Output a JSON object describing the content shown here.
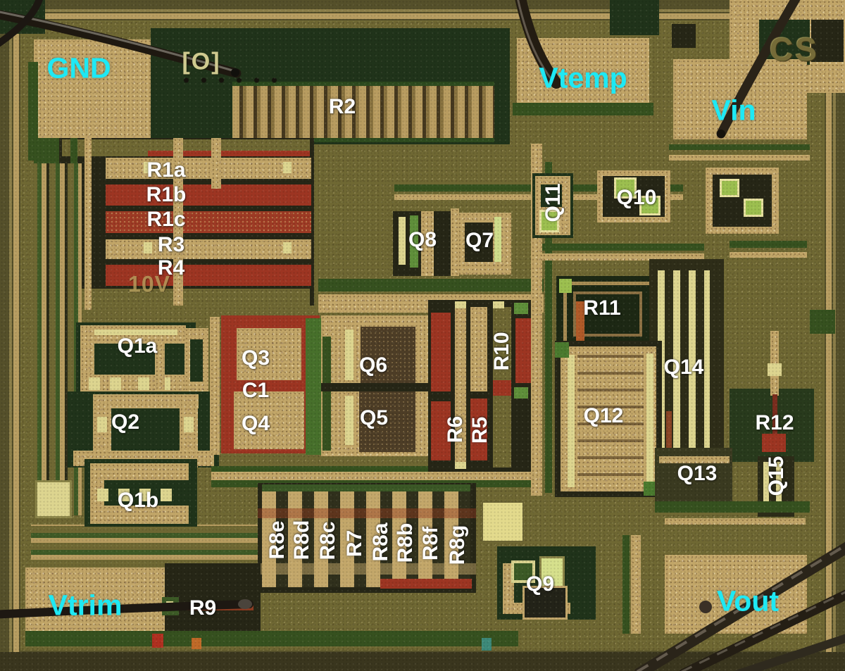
{
  "meta": {
    "type": "annotated-ic-die-photograph",
    "description": "Microscope die photo of an integrated circuit with probe needles; bond pads and on-die components are annotated"
  },
  "colors": {
    "pad_label": "#1ee9f4",
    "component_label": "#ffffff",
    "die_gold": "#c2a668",
    "die_green": "#36511f",
    "resistor_red": "#9d3522"
  },
  "pad_labels": {
    "GND": "GND",
    "Vtemp": "Vtemp",
    "Vin": "Vin",
    "Vtrim": "Vtrim",
    "Vout": "Vout"
  },
  "component_labels": {
    "R2": "R2",
    "R1a": "R1a",
    "R1b": "R1b",
    "R1c": "R1c",
    "R3": "R3",
    "R4": "R4",
    "Q1a": "Q1a",
    "Q2": "Q2",
    "Q1b": "Q1b",
    "Q3": "Q3",
    "C1": "C1",
    "Q4": "Q4",
    "Q6": "Q6",
    "Q5": "Q5",
    "Q8": "Q8",
    "Q7": "Q7",
    "R10": "R10",
    "R6": "R6",
    "R5": "R5",
    "Q11": "Q11",
    "Q10": "Q10",
    "R11": "R11",
    "Q14": "Q14",
    "Q12": "Q12",
    "R12": "R12",
    "Q13": "Q13",
    "Q15": "Q15",
    "R8e": "R8e",
    "R8d": "R8d",
    "R8c": "R8c",
    "R7": "R7",
    "R8a": "R8a",
    "R8b": "R8b",
    "R8f": "R8f",
    "R8g": "R8g",
    "Q9": "Q9",
    "R9": "R9"
  },
  "die_markings": {
    "top_right": "CS",
    "alignment_mark": "[O]",
    "voltage_mark": "10V"
  }
}
